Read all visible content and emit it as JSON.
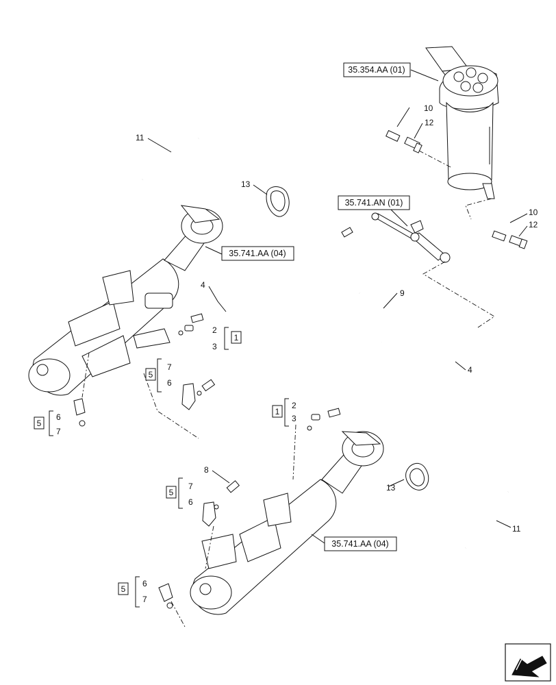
{
  "references": {
    "swivel": "35.354.AA (01)",
    "valve": "35.741.AN (01)",
    "cyl_top": "35.741.AA (04)",
    "cyl_bottom": "35.741.AA (04)"
  },
  "items": {
    "n1": "1",
    "n2": "2",
    "n3": "3",
    "n4": "4",
    "n5": "5",
    "n6": "6",
    "n7": "7",
    "n8": "8",
    "n9": "9",
    "n10": "10",
    "n11": "11",
    "n12": "12",
    "n13": "13"
  },
  "icons": {
    "navigation": "next-page-arrow-icon"
  }
}
